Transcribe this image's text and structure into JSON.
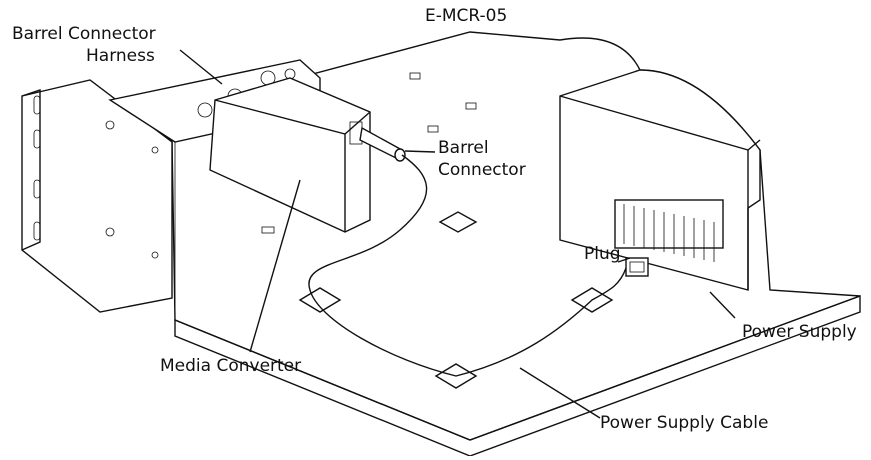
{
  "title": "E-MCR-05",
  "labels": {
    "barrel_connector_harness_line1": "Barrel Connector",
    "barrel_connector_harness_line2": "Harness",
    "barrel_connector_line1": "Barrel",
    "barrel_connector_line2": "Connector",
    "plug": "Plug",
    "power_supply": "Power Supply",
    "media_converter": "Media Converter",
    "power_supply_cable": "Power Supply Cable"
  }
}
